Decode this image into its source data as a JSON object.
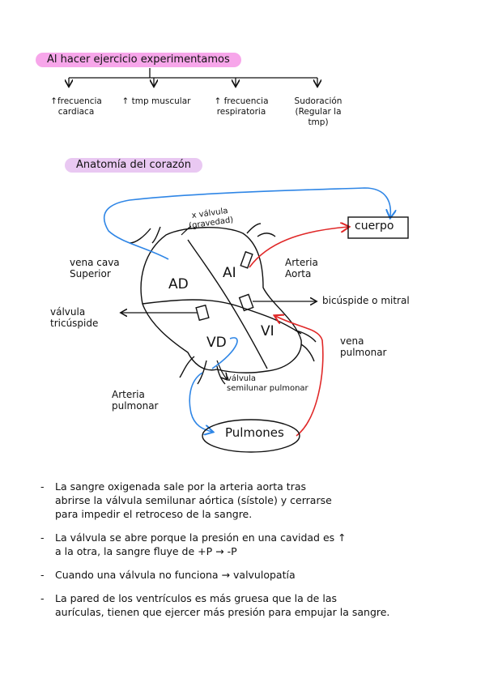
{
  "header": {
    "title": "Al hacer ejercicio experimentamos",
    "effects": [
      "↑frecuencia\ncardiaca",
      "↑ tmp muscular",
      "↑ frecuencia\nrespiratoria",
      "Sudoración\n(Regular la\ntmp)"
    ]
  },
  "anatomy": {
    "title": "Anatomía del corazón",
    "labels": {
      "valvula_top": "x válvula\n(gravedad)",
      "cuerpo": "cuerpo",
      "vena_cava": "vena cava\nSuperior",
      "arteria_aorta": "Arteria\nAorta",
      "ad": "AD",
      "ai": "AI",
      "vd": "VD",
      "vi": "VI",
      "bicuspide": "bicúspide o mitral",
      "tricuspide": "válvula\ntricúspide",
      "vena_pulmonar": "vena\npulmonar",
      "arteria_pulmonar": "Arteria\npulmonar",
      "semilunar": "válvula\nsemilunar pulmonar",
      "pulmones": "Pulmones"
    },
    "colors": {
      "blue": "#2f86e6",
      "red": "#e02828",
      "ink": "#111111"
    }
  },
  "notes": [
    [
      "La sangre oxigenada sale por la arteria aorta tras",
      "abrirse la válvula semilunar aórtica (sístole) y cerrarse",
      "para impedir el retroceso de la sangre."
    ],
    [
      "La válvula se abre porque la presión en una cavidad es ↑",
      "a la otra, la sangre fluye de +P → -P"
    ],
    [
      "Cuando una válvula no funciona → valvulopatía"
    ],
    [
      "La pared de los ventrículos es más gruesa que la de las",
      "aurículas, tienen que ejercer más presión para empujar la sangre."
    ]
  ]
}
